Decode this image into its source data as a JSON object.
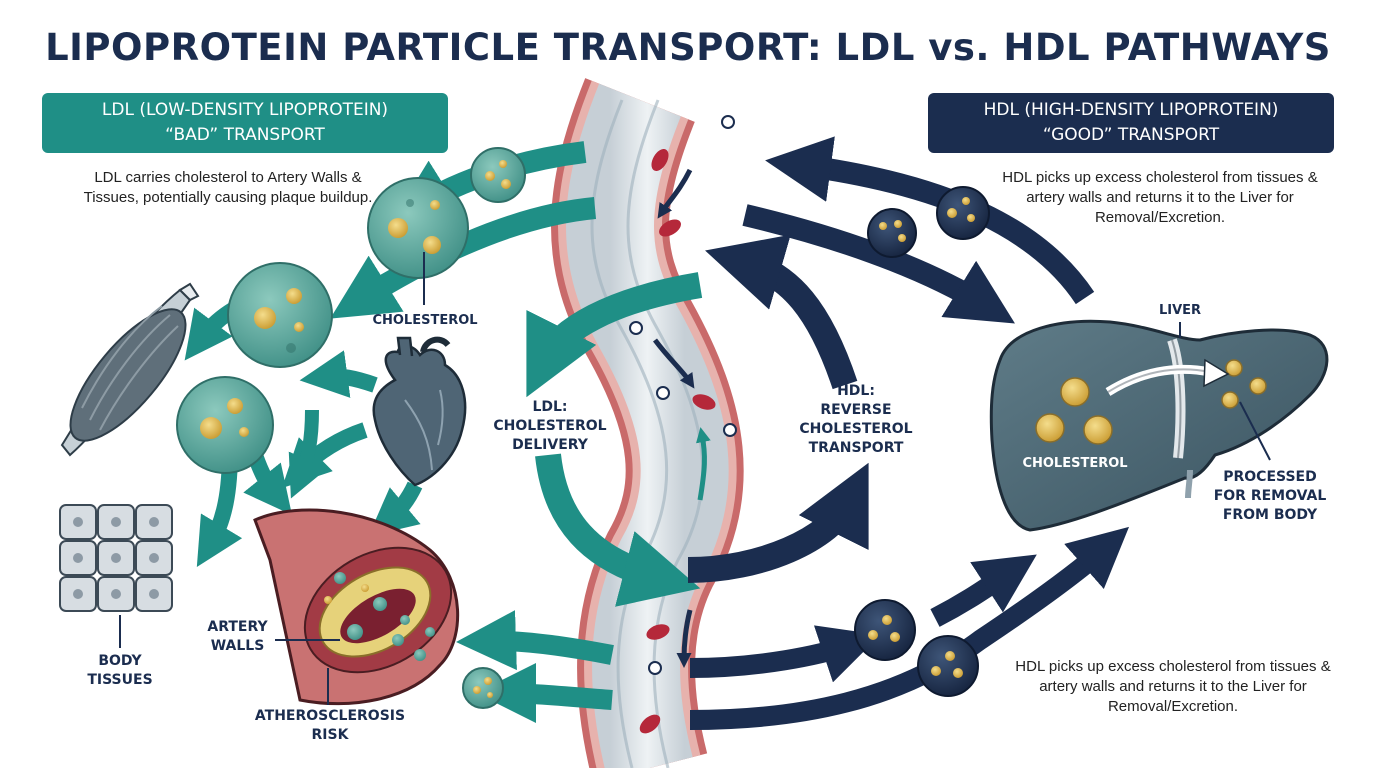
{
  "title": "LIPOPROTEIN PARTICLE TRANSPORT: LDL vs. HDL PATHWAYS",
  "colors": {
    "ldl_teal": "#1f8f86",
    "hdl_navy": "#1b2d4f",
    "cholesterol_gold": "#d9b24a",
    "liver": "#4c6470",
    "artery_red": "#c96a6a"
  },
  "ldl_panel": {
    "header_line1": "LDL (LOW-DENSITY LIPOPROTEIN)",
    "header_line2": "“BAD” TRANSPORT",
    "description": "LDL carries cholesterol to Artery Walls & Tissues, potentially causing plaque buildup."
  },
  "hdl_panel": {
    "header_line1": "HDL (HIGH-DENSITY LIPOPROTEIN)",
    "header_line2": "“GOOD” TRANSPORT",
    "description_top": "HDL picks up excess cholesterol from tissues & artery walls and returns it to the Liver for Removal/Excretion.",
    "description_bottom": "HDL picks up excess cholesterol from tissues & artery walls and returns it to the Liver for Removal/Excretion."
  },
  "labels": {
    "cholesterol_ldl": "CHOLESTEROL",
    "ldl_delivery_1": "LDL:",
    "ldl_delivery_2": "CHOLESTEROL",
    "ldl_delivery_3": "DELIVERY",
    "hdl_reverse_1": "HDL:",
    "hdl_reverse_2": "REVERSE",
    "hdl_reverse_3": "CHOLESTEROL",
    "hdl_reverse_4": "TRANSPORT",
    "liver": "LIVER",
    "cholesterol_liver": "CHOLESTEROL",
    "processed_1": "PROCESSED",
    "processed_2": "FOR REMOVAL",
    "processed_3": "FROM BODY",
    "artery_walls_1": "ARTERY",
    "artery_walls_2": "WALLS",
    "body_tissues_1": "BODY",
    "body_tissues_2": "TISSUES",
    "athero_1": "ATHEROSCLEROSIS",
    "athero_2": "RISK"
  }
}
